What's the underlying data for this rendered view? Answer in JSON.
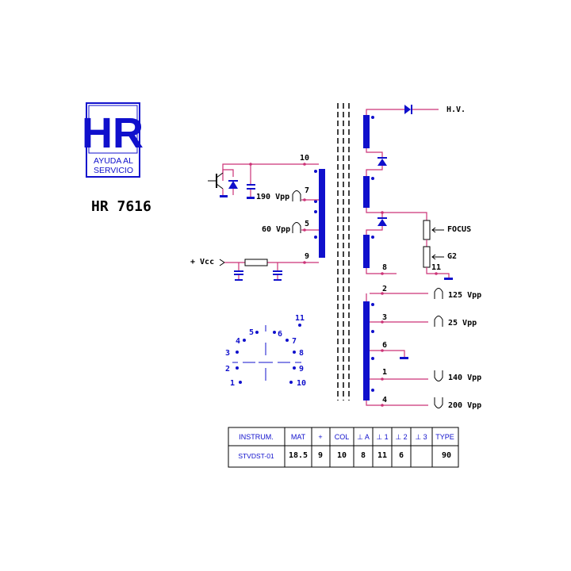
{
  "logo": {
    "letters": "HR",
    "line1": "AYUDA AL",
    "line2": "SERVICIO"
  },
  "model": "HR 7616",
  "labels": {
    "hv": "H.V.",
    "focus": "FOCUS",
    "g2": "G2",
    "vcc": "+ Vcc",
    "v190": "190 Vpp",
    "v60": "60 Vpp",
    "v125": "125 Vpp",
    "v25": "25 Vpp",
    "v140": "140 Vpp",
    "v200": "200 Vpp"
  },
  "pins": {
    "p10": "10",
    "p7": "7",
    "p5": "5",
    "p9": "9",
    "p8": "8",
    "p11": "11",
    "p2": "2",
    "p3": "3",
    "p6": "6",
    "p1": "1",
    "p4": "4"
  },
  "socket": {
    "n1": "1",
    "n2": "2",
    "n3": "3",
    "n4": "4",
    "n5": "5",
    "n6": "6",
    "n7": "7",
    "n8": "8",
    "n9": "9",
    "n10": "10",
    "n11": "11"
  },
  "table": {
    "headers": [
      "INSTRUM.",
      "MAT",
      "+",
      "COL",
      "⊥ A",
      "⊥ 1",
      "⊥ 2",
      "⊥ 3",
      "TYPE"
    ],
    "row": [
      "STVDST-01",
      "18.5",
      "9",
      "10",
      "8",
      "11",
      "6",
      "",
      "90"
    ]
  },
  "colors": {
    "accent": "#1010cc",
    "wire": "#cc3377"
  }
}
